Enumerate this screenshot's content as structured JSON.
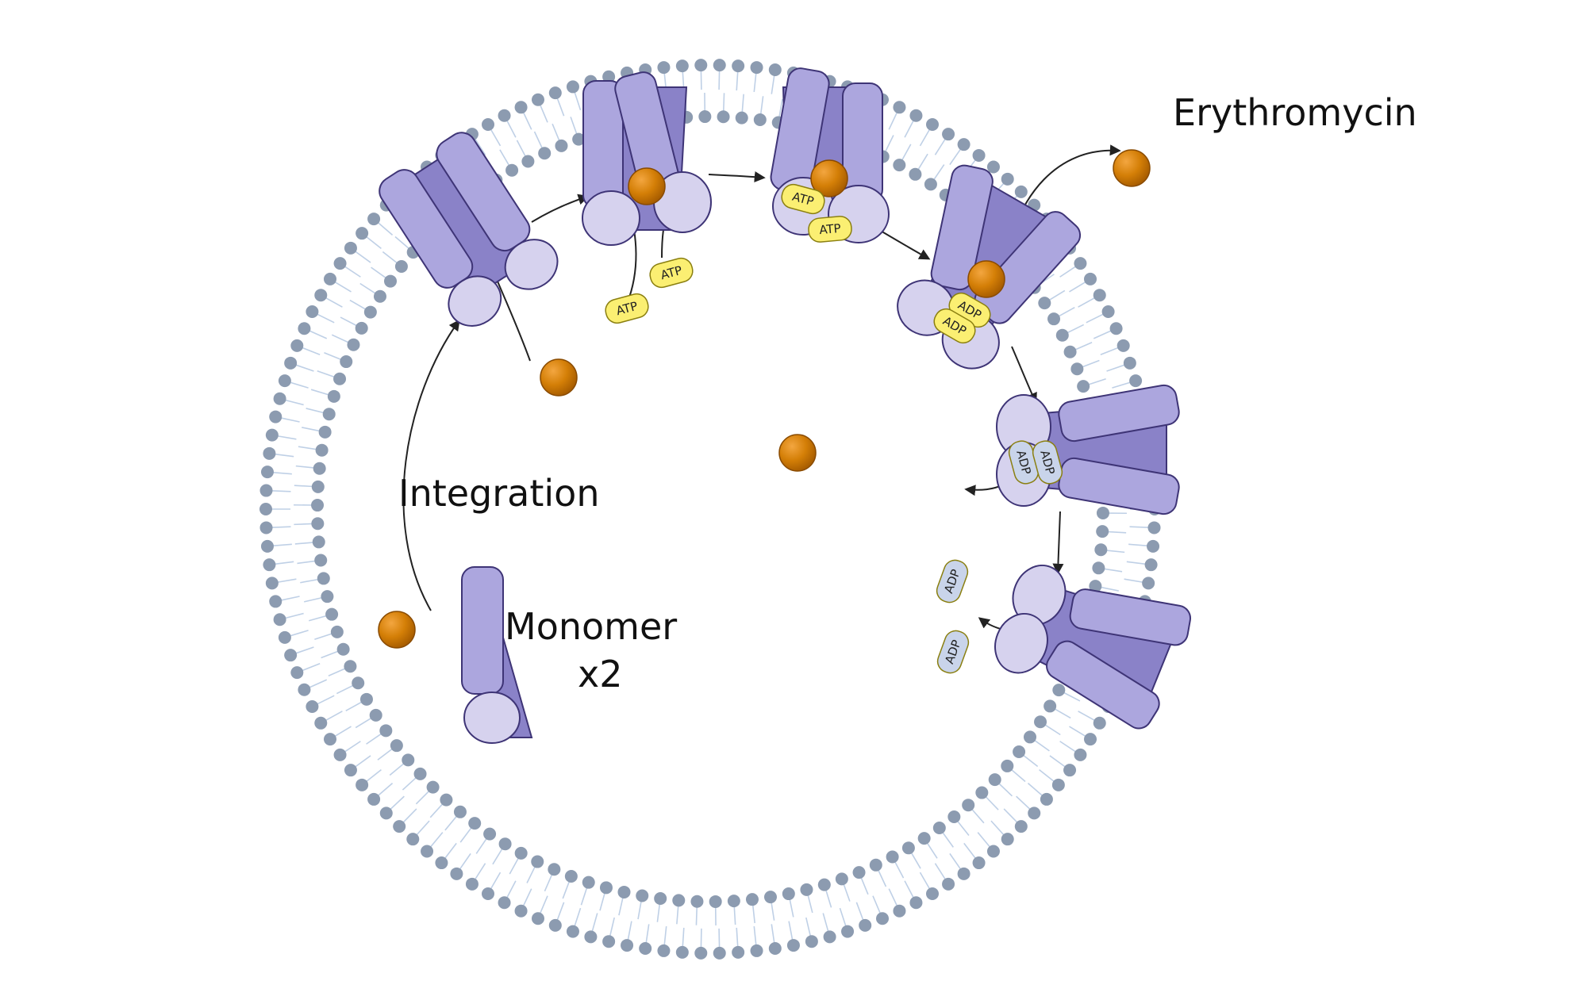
{
  "labels": {
    "erythromycin": "Erythromycin",
    "integration": "Integration",
    "monomer": "Monomer",
    "multiplier": "x2"
  },
  "tags": {
    "atp": "ATP",
    "adp": "ADP"
  },
  "colors": {
    "membrane_head": "#8c9bb0",
    "membrane_tail": "#bfd0e6",
    "protein_dark": "#8a82c8",
    "protein_mid": "#aca6de",
    "protein_light": "#d6d2ee",
    "protein_outline": "#3e3476",
    "molecule": "#cf7a00",
    "atp_fill": "#fbef72",
    "adp_fill": "#c9d4ea"
  }
}
